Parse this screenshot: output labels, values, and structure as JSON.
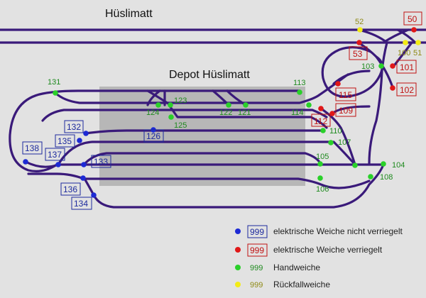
{
  "title": "Hüslimatt",
  "depot_title": "Depot Hüslimatt",
  "colors": {
    "track": "#3a1a7a",
    "depot": "#b7b7b7",
    "background": "#e2e2e2",
    "blue": "#1d2ad4",
    "red": "#e01818",
    "green": "#2ad02a",
    "yellow": "#f3ec16"
  },
  "switches": [
    {
      "id": "52",
      "type": "yellow"
    },
    {
      "id": "50",
      "type": "red"
    },
    {
      "id": "53",
      "type": "red"
    },
    {
      "id": "100",
      "type": "yellow"
    },
    {
      "id": "51",
      "type": "yellow"
    },
    {
      "id": "103",
      "type": "green"
    },
    {
      "id": "101",
      "type": "red"
    },
    {
      "id": "102",
      "type": "red"
    },
    {
      "id": "131",
      "type": "green"
    },
    {
      "id": "113",
      "type": "green"
    },
    {
      "id": "123",
      "type": "green"
    },
    {
      "id": "124",
      "type": "green"
    },
    {
      "id": "122",
      "type": "green"
    },
    {
      "id": "121",
      "type": "green"
    },
    {
      "id": "114",
      "type": "green"
    },
    {
      "id": "115",
      "type": "red"
    },
    {
      "id": "109",
      "type": "red"
    },
    {
      "id": "112",
      "type": "red"
    },
    {
      "id": "126",
      "type": "blue"
    },
    {
      "id": "125",
      "type": "green"
    },
    {
      "id": "132",
      "type": "blue"
    },
    {
      "id": "135",
      "type": "blue"
    },
    {
      "id": "138",
      "type": "blue"
    },
    {
      "id": "137",
      "type": "blue"
    },
    {
      "id": "133",
      "type": "blue"
    },
    {
      "id": "110",
      "type": "green"
    },
    {
      "id": "107",
      "type": "green"
    },
    {
      "id": "105",
      "type": "green"
    },
    {
      "id": "104",
      "type": "green"
    },
    {
      "id": "108",
      "type": "green"
    },
    {
      "id": "106",
      "type": "green"
    },
    {
      "id": "136",
      "type": "blue"
    },
    {
      "id": "134",
      "type": "blue"
    }
  ],
  "legend": [
    {
      "type": "blue",
      "number": "999",
      "text": "elektrische Weiche nicht verriegelt"
    },
    {
      "type": "red",
      "number": "999",
      "text": "elektrische Weiche verriegelt"
    },
    {
      "type": "green",
      "number": "999",
      "text": "Handweiche"
    },
    {
      "type": "yellow",
      "number": "999",
      "text": "Rückfallweiche"
    }
  ]
}
